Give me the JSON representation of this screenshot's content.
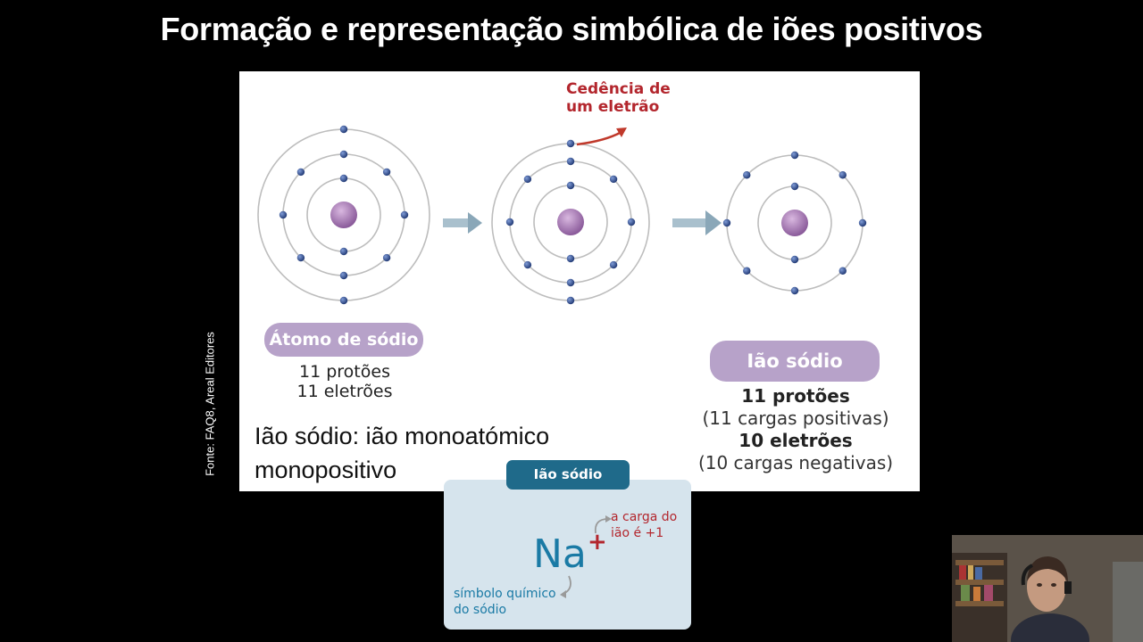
{
  "slide": {
    "title": "Formação e representação simbólica de iões positivos",
    "source_credit": "Fonte: FAQ8, Areal Editores"
  },
  "diagram": {
    "annotation": [
      "Cedência de",
      "um eletrão"
    ],
    "atom_label": "Átomo de sódio",
    "atom_info": [
      "11 protões",
      "11 eletrões"
    ],
    "ion_label": "Ião sódio",
    "ion_info": {
      "protons": "11 protões",
      "positive": "(11 cargas positivas)",
      "electrons": "10 eletrões",
      "negative": "(10 cargas negativas)"
    },
    "colors": {
      "nucleus": "#9a6aa8",
      "electron": "#2b4a8c",
      "shell": "#bdbdbd",
      "arrow": "#8aa7b8",
      "accent": "#b3262d"
    }
  },
  "definition": [
    "Ião sódio: ião monoatómico",
    "monopositivo"
  ],
  "card": {
    "tab": "Ião sódio",
    "symbol": "Na",
    "charge": "+",
    "charge_note": [
      "a carga do",
      "ião é +1"
    ],
    "symbol_note": [
      "símbolo químico",
      "do sódio"
    ],
    "colors": {
      "background": "#d6e4ed",
      "tab": "#1f6a8a",
      "symbol": "#1a7aa5"
    }
  }
}
